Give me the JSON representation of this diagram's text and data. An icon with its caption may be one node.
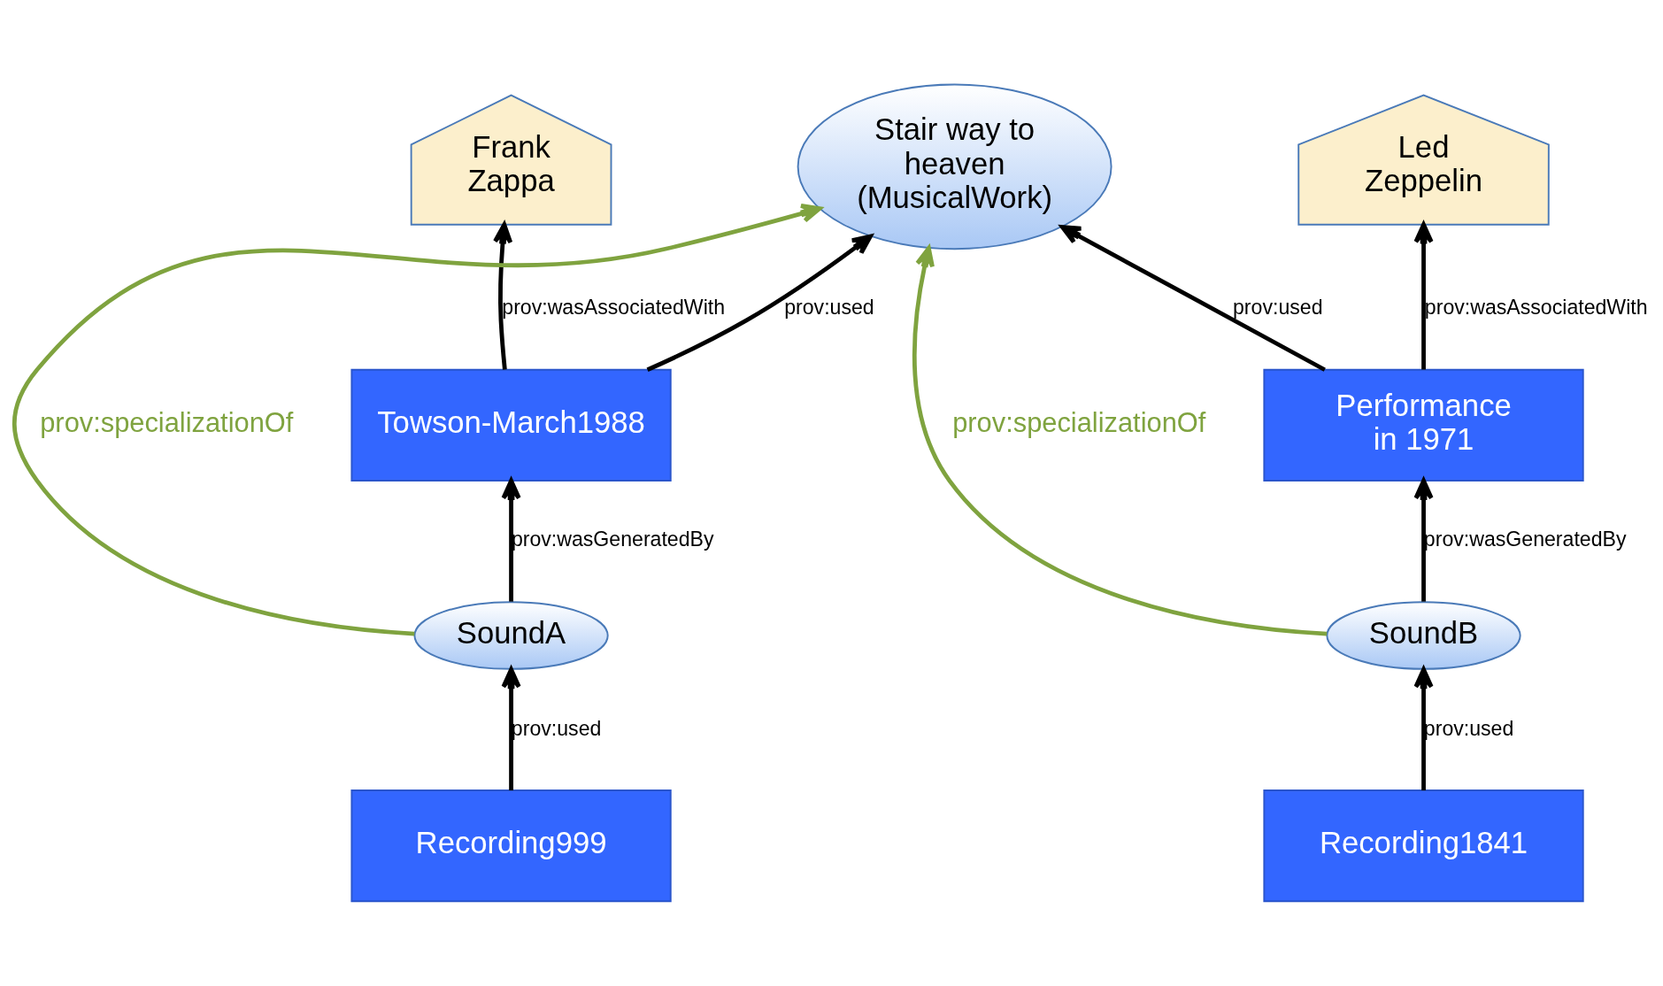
{
  "diagram": {
    "nodes": [
      {
        "text": [
          "Stair way to heaven (MusicalWork)"
        ]
      },
      {
        "text": [
          "Frank Zappa"
        ]
      },
      {
        "text": [
          "Led Zeppelin"
        ]
      },
      {
        "text": [
          "Towson-March1988"
        ]
      },
      {
        "text": [
          "Performance in 1971"
        ]
      },
      {
        "text": [
          "SoundA"
        ]
      },
      {
        "text": [
          "SoundB"
        ]
      },
      {
        "text": [
          "Recording999"
        ]
      },
      {
        "text": [
          "Recording1841"
        ]
      }
    ],
    "edges": [
      {
        "from": 3,
        "to": 1,
        "arrow": "to",
        "label": "prov:wasAssociatedWith"
      },
      {
        "from": 3,
        "to": 0,
        "arrow": "to",
        "label": "prov:used"
      },
      {
        "from": 4,
        "to": 0,
        "arrow": "to",
        "label": "prov:used"
      },
      {
        "from": 4,
        "to": 2,
        "arrow": "to",
        "label": "prov:wasAssociatedWith"
      },
      {
        "from": 5,
        "to": 3,
        "arrow": "to",
        "label": "prov:wasGeneratedBy"
      },
      {
        "from": 6,
        "to": 4,
        "arrow": "to",
        "label": "prov:wasGeneratedBy"
      },
      {
        "from": 7,
        "to": 5,
        "arrow": "to",
        "label": "prov:used"
      },
      {
        "from": 8,
        "to": 6,
        "arrow": "to",
        "label": "prov:used"
      },
      {
        "from": 5,
        "to": 0,
        "arrow": "to",
        "label": "prov:specializationOf",
        "color": "#7fa33f"
      },
      {
        "from": 6,
        "to": 0,
        "arrow": "to",
        "label": "prov:specializationOf",
        "color": "#7fa33f"
      }
    ]
  }
}
